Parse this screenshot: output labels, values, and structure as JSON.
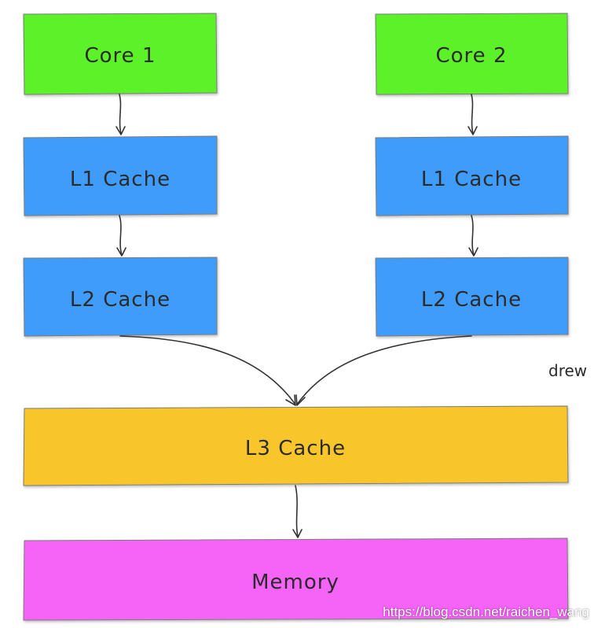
{
  "nodes": [
    {
      "id": "core1",
      "label": "Core 1",
      "color": "#5df12c"
    },
    {
      "id": "core2",
      "label": "Core 2",
      "color": "#5df12c"
    },
    {
      "id": "l1a",
      "label": "L1 Cache",
      "color": "#3f9cfb"
    },
    {
      "id": "l1b",
      "label": "L1 Cache",
      "color": "#3f9cfb"
    },
    {
      "id": "l2a",
      "label": "L2 Cache",
      "color": "#3f9cfb"
    },
    {
      "id": "l2b",
      "label": "L2 Cache",
      "color": "#3f9cfb"
    },
    {
      "id": "l3",
      "label": "L3 Cache",
      "color": "#f8c62c"
    },
    {
      "id": "mem",
      "label": "Memory",
      "color": "#f564f7"
    }
  ],
  "edges": [
    {
      "from": "core1",
      "to": "l1a"
    },
    {
      "from": "core2",
      "to": "l1b"
    },
    {
      "from": "l1a",
      "to": "l2a"
    },
    {
      "from": "l1b",
      "to": "l2b"
    },
    {
      "from": "l2a",
      "to": "l3"
    },
    {
      "from": "l2b",
      "to": "l3"
    },
    {
      "from": "l3",
      "to": "mem"
    }
  ],
  "side_text": "drew",
  "watermark": "https://blog.csdn.net/raichen_wang"
}
